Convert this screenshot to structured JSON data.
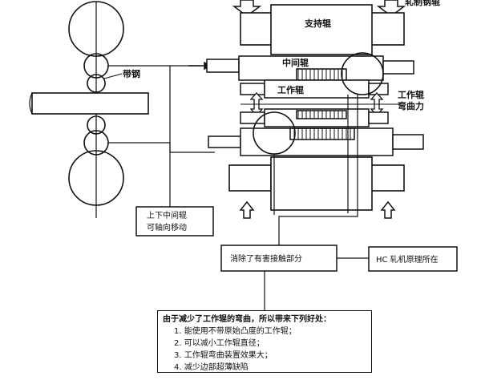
{
  "labels": {
    "top_right_partial": "轧制钢辊",
    "backup_roll": "支持辊",
    "intermediate_roll": "中间辊",
    "work_roll": "工作辊",
    "strip": "带钢",
    "work_roll_bending_line1": "工作辊",
    "work_roll_bending_line2": "弯曲力"
  },
  "boxes": {
    "axial_shift_line1": "上下中间辊",
    "axial_shift_line2": "可轴向移动",
    "eliminate": "消除了有害接触部分",
    "hc_principle": "HC 轧机原理所在"
  },
  "benefits": {
    "heading": "由于减少了工作辊的弯曲，所以带来下列好处：",
    "items": [
      "1. 能使用不带原始凸度的工作辊；",
      "2. 可以减小工作辊直径；",
      "3. 工作辊弯曲装置效果大；",
      "4. 减少边部超薄缺陷"
    ]
  }
}
